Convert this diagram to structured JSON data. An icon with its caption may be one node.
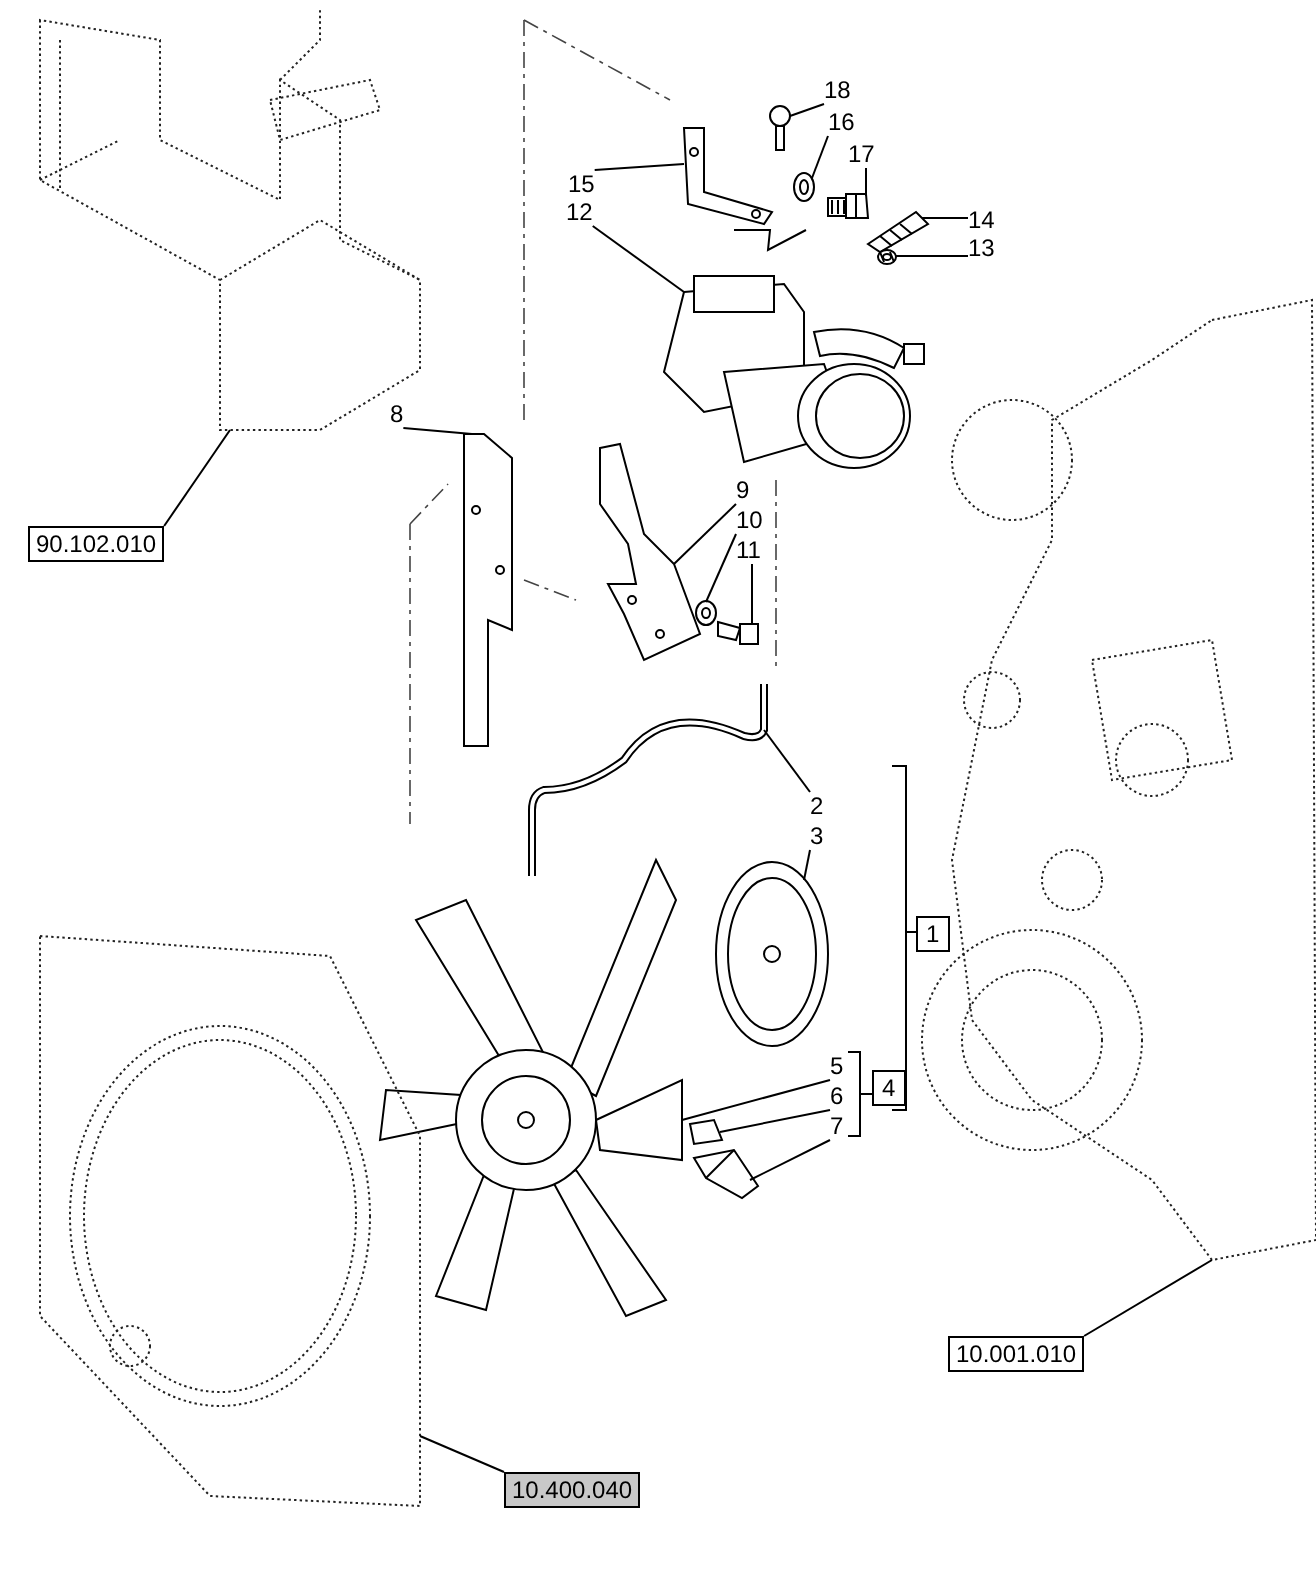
{
  "diagram": {
    "nodes": [
      {
        "text": [
          "18"
        ]
      },
      {
        "text": [],
        "shape": "picture"
      },
      {
        "text": [
          "16"
        ]
      },
      {
        "text": [],
        "shape": "picture"
      },
      {
        "text": [
          "17"
        ]
      },
      {
        "text": [],
        "shape": "picture"
      },
      {
        "text": [
          "15"
        ]
      },
      {
        "text": [],
        "shape": "picture"
      },
      {
        "text": [
          "12"
        ]
      },
      {
        "text": [],
        "shape": "picture"
      },
      {
        "text": [
          "14"
        ]
      },
      {
        "text": [],
        "shape": "picture"
      },
      {
        "text": [
          "13"
        ]
      },
      {
        "text": [],
        "shape": "picture"
      },
      {
        "text": [
          "8"
        ]
      },
      {
        "text": [],
        "shape": "picture"
      },
      {
        "text": [
          "90.102.010"
        ]
      },
      {
        "text": [],
        "shape": "picture"
      },
      {
        "text": [
          "9"
        ]
      },
      {
        "text": [],
        "shape": "picture"
      },
      {
        "text": [
          "10"
        ]
      },
      {
        "text": [],
        "shape": "picture"
      },
      {
        "text": [
          "11"
        ]
      },
      {
        "text": [],
        "shape": "picture"
      },
      {
        "text": [
          "2"
        ]
      },
      {
        "text": [],
        "shape": "picture"
      },
      {
        "text": [
          "3"
        ]
      },
      {
        "text": [],
        "shape": "picture"
      },
      {
        "text": [
          "1"
        ]
      },
      {
        "text": [
          "5"
        ]
      },
      {
        "text": [],
        "shape": "picture"
      },
      {
        "text": [
          "4"
        ]
      },
      {
        "text": [
          "6"
        ]
      },
      {
        "text": [],
        "shape": "picture"
      },
      {
        "text": [
          "7"
        ]
      },
      {
        "text": [],
        "shape": "picture"
      },
      {
        "text": [
          "10.001.010"
        ]
      },
      {
        "text": [],
        "shape": "picture"
      },
      {
        "text": [
          "10.400.040"
        ]
      },
      {
        "text": [],
        "shape": "picture"
      }
    ],
    "edges": [
      {
        "from": 0,
        "to": 1,
        "arrow": "none"
      },
      {
        "from": 2,
        "to": 3,
        "arrow": "none"
      },
      {
        "from": 4,
        "to": 5,
        "arrow": "none"
      },
      {
        "from": 6,
        "to": 7,
        "arrow": "none"
      },
      {
        "from": 8,
        "to": 9,
        "arrow": "none"
      },
      {
        "from": 10,
        "to": 11,
        "arrow": "none"
      },
      {
        "from": 12,
        "to": 13,
        "arrow": "none"
      },
      {
        "from": 14,
        "to": 15,
        "arrow": "none"
      },
      {
        "from": 16,
        "to": 17,
        "arrow": "none"
      },
      {
        "from": 18,
        "to": 19,
        "arrow": "none"
      },
      {
        "from": 20,
        "to": 21,
        "arrow": "none"
      },
      {
        "from": 22,
        "to": 23,
        "arrow": "none"
      },
      {
        "from": 24,
        "to": 25,
        "arrow": "none"
      },
      {
        "from": 26,
        "to": 27,
        "arrow": "none"
      },
      {
        "from": 29,
        "to": 30,
        "arrow": "none"
      },
      {
        "from": 32,
        "to": 33,
        "arrow": "none"
      },
      {
        "from": 34,
        "to": 35,
        "arrow": "none"
      },
      {
        "from": 36,
        "to": 37,
        "arrow": "none"
      },
      {
        "from": 38,
        "to": 39,
        "arrow": "none"
      }
    ]
  }
}
